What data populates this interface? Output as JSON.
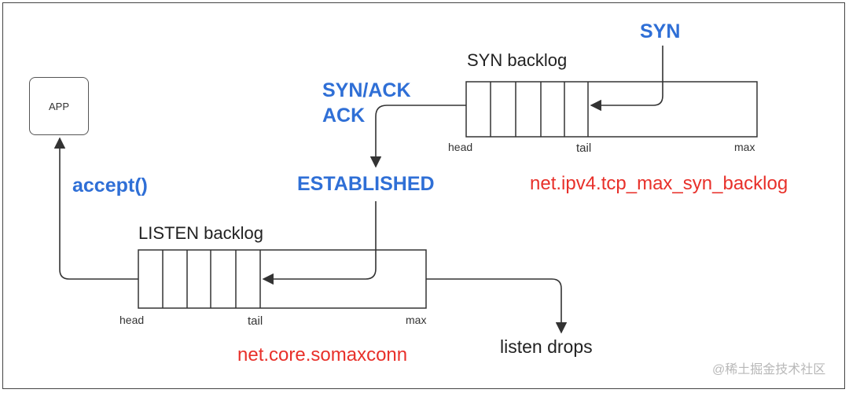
{
  "app": {
    "label": "APP"
  },
  "calls": {
    "syn": "SYN",
    "synack": "SYN/ACK",
    "ack": "ACK",
    "established": "ESTABLISHED",
    "accept": "accept()"
  },
  "syn_queue": {
    "title": "SYN backlog",
    "head": "head",
    "tail": "tail",
    "max": "max",
    "param": "net.ipv4.tcp_max_syn_backlog"
  },
  "listen_queue": {
    "title": "LISTEN backlog",
    "head": "head",
    "tail": "tail",
    "max": "max",
    "param": "net.core.somaxconn"
  },
  "drops": "listen drops",
  "watermark": "@稀土掘金技术社区",
  "colors": {
    "keyword_blue": "#2f6fd6",
    "param_red": "#e8302a",
    "line": "#333333"
  }
}
